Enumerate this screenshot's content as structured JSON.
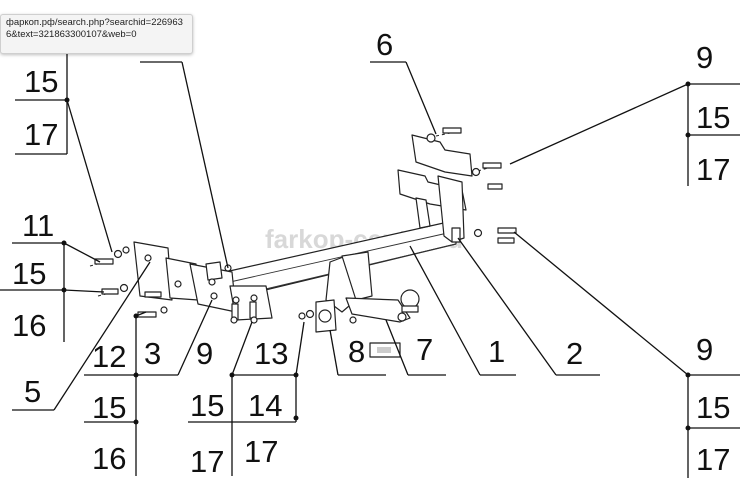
{
  "tooltip": {
    "url": "фаркоп.рф/search.php?searchid=2269636&text=321863300107&web=0"
  },
  "watermark": "farkop-center.ru",
  "callouts": {
    "c6": "6",
    "c9_top": "9",
    "c15_top_right": "15",
    "c17_top_right": "17",
    "c15_top_left": "15",
    "c17_top_left": "17",
    "c11": "11",
    "c15_left": "15",
    "c16_left": "16",
    "c5": "5",
    "c12": "12",
    "c3": "3",
    "c9_mid": "9",
    "c13": "13",
    "c8": "8",
    "c7": "7",
    "c1": "1",
    "c2": "2",
    "c9_bottom": "9",
    "c15_bottom_left": "15",
    "c16_bottom_left": "16",
    "c15_bottom_mid": "15",
    "c17_bottom_mid": "17",
    "c14": "14",
    "c17_bottom_mid2": "17",
    "c15_bottom_right": "15",
    "c17_bottom_right": "17"
  }
}
